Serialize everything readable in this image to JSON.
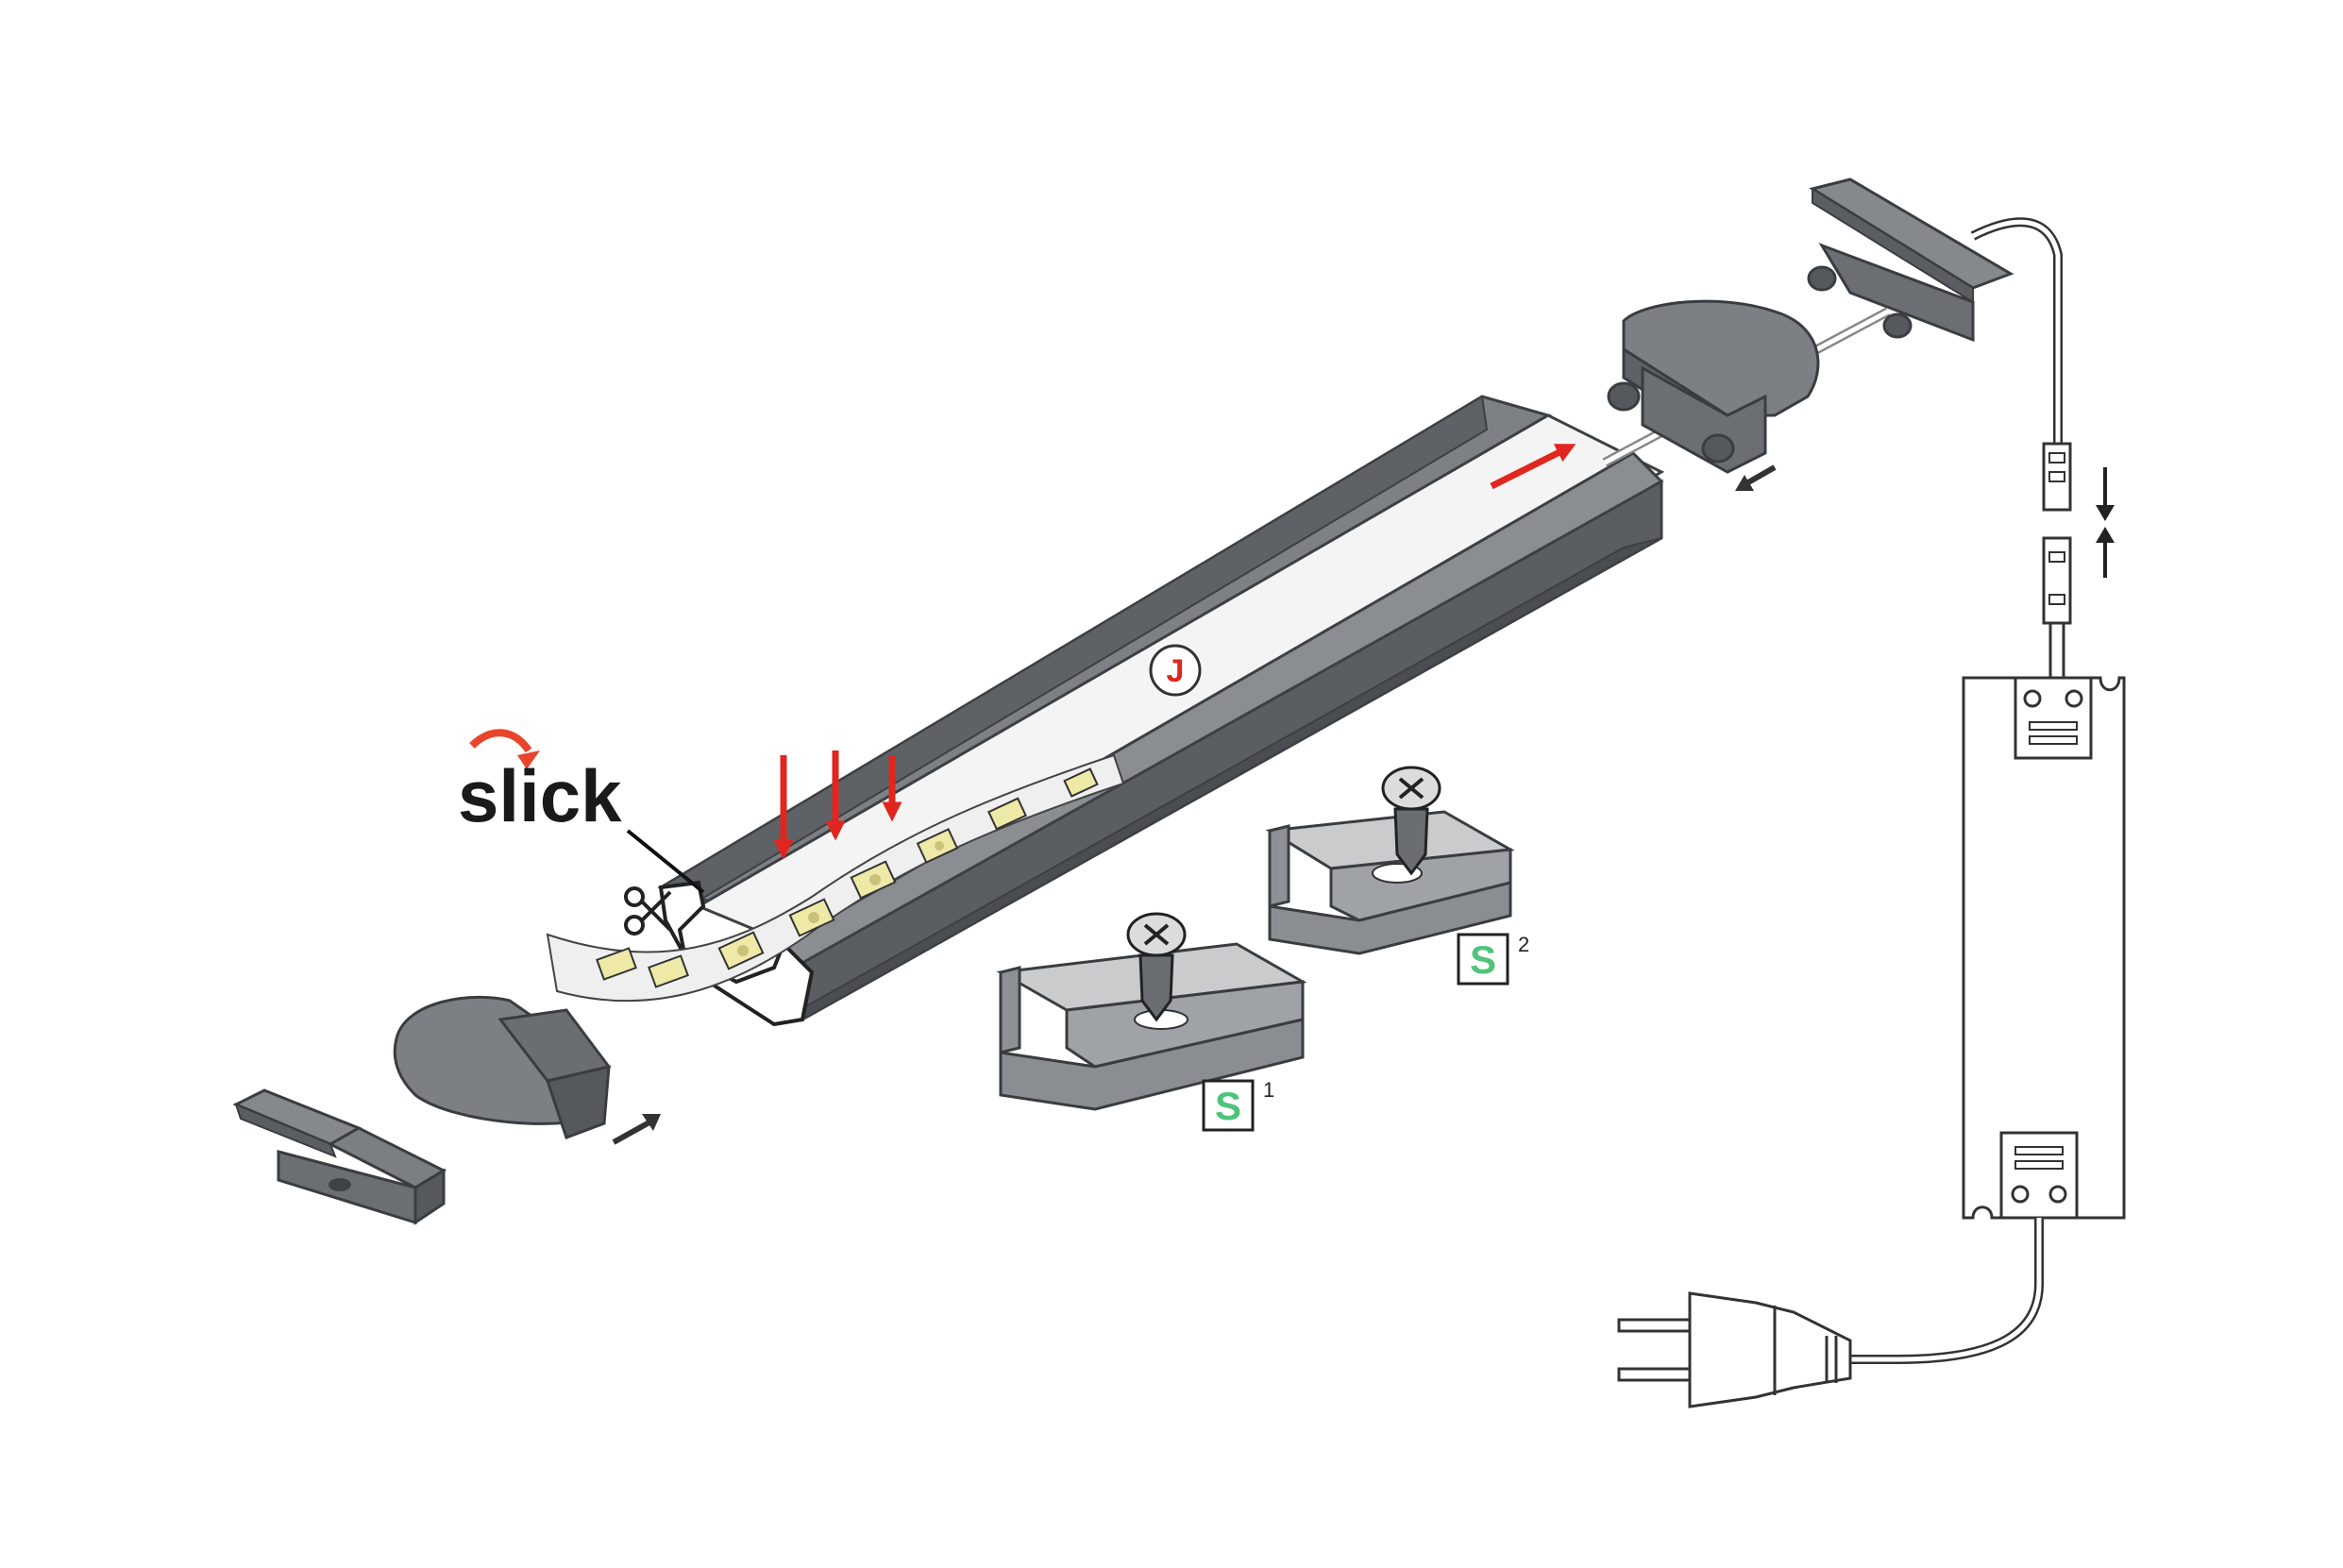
{
  "brand": {
    "text": "slick",
    "accent_color": "#e8452c"
  },
  "labels": {
    "mounting_clip_1_letter": "S",
    "mounting_clip_1_index": "1",
    "mounting_clip_2_letter": "S",
    "mounting_clip_2_index": "2",
    "profile_marker": "J"
  },
  "colors": {
    "profile_gray": "#6d7277",
    "profile_dark": "#55595d",
    "profile_light": "#9a9ea2",
    "diffuser": "#f2f2f2",
    "arrow_red": "#e0261f",
    "s_green": "#4fc37a",
    "led_yellow": "#eee9a6",
    "outline": "#333333"
  },
  "icons": [
    "scissors-icon",
    "arrow-icon",
    "screw-icon",
    "plug-icon"
  ]
}
